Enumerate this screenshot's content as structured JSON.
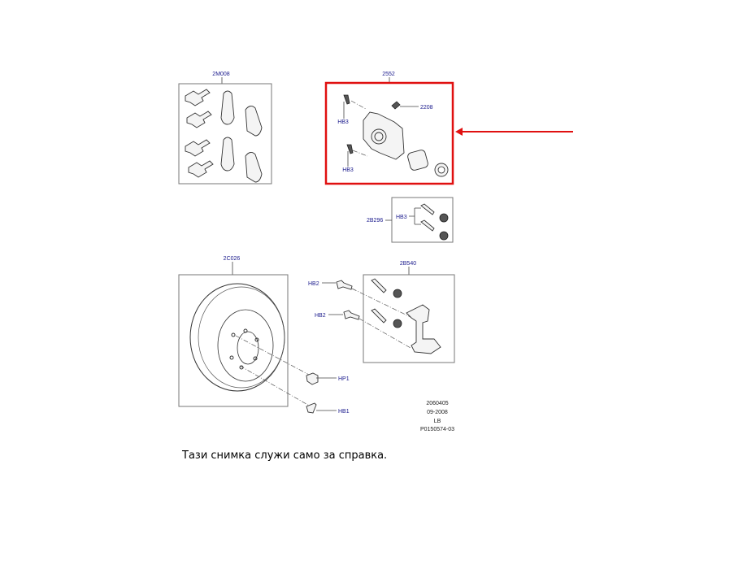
{
  "diagram": {
    "groups": {
      "pads": "2M008",
      "caliper": "2552",
      "bleed_screw": "2208",
      "hb3_top": "HB3",
      "hb3_bottom": "HB3",
      "bolt_kit": "2B296",
      "bolt_kit_hb3": "HB3",
      "disc": "2C026",
      "carrier": "2B540",
      "hb2_top": "HB2",
      "hb2_bottom": "HB2",
      "hp1": "HP1",
      "hb1": "HB1"
    },
    "info_codes": [
      "2060405",
      "09-2008",
      "LB",
      "P0150574-03"
    ],
    "highlight_color": "#e01010"
  },
  "caption": "Тази снимка служи само за справка."
}
